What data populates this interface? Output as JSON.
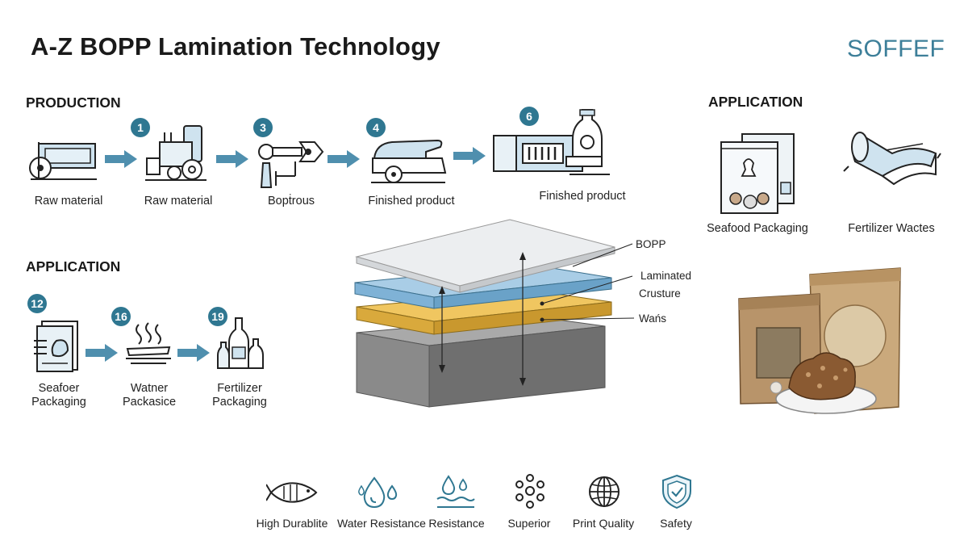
{
  "header": {
    "title": "A-Z BOPP Lamination Technology",
    "brand": "SOFFEF"
  },
  "production": {
    "heading": "PRODUCTION",
    "steps": [
      {
        "badge": "",
        "label": "Raw material",
        "icon": "roll-machine-icon"
      },
      {
        "badge": "1",
        "label": "Raw material",
        "icon": "extruder-icon"
      },
      {
        "badge": "3",
        "label": "Bopṫrous",
        "icon": "stretching-icon"
      },
      {
        "badge": "4",
        "label": "Finished product",
        "icon": "laminator-icon"
      },
      {
        "badge": "6",
        "label": "Finished product",
        "icon": "packaging-machine-icon"
      }
    ]
  },
  "application_left": {
    "heading": "APPLICATION",
    "items": [
      {
        "badge": "12",
        "label_line1": "Seafoer",
        "label_line2": "Packaging",
        "icon": "seafood-pack-icon"
      },
      {
        "badge": "16",
        "label_line1": "Watner",
        "label_line2": "Packasice",
        "icon": "water-pack-icon"
      },
      {
        "badge": "19",
        "label_line1": "Fertilizer",
        "label_line2": "Packaging",
        "icon": "bottles-icon"
      }
    ]
  },
  "application_right": {
    "heading": "APPLICATION",
    "items": [
      {
        "label": "Seafood Packaging",
        "icon": "seafood-bag-icon"
      },
      {
        "label": "Fertilizer Wactes",
        "icon": "film-roll-icon"
      }
    ]
  },
  "layers": {
    "labels": [
      "BOPP",
      "Laminated",
      "Crusture",
      "Wańs"
    ],
    "colors": {
      "top": "#e6e8ea",
      "blue": "#a9cde6",
      "yellow": "#e8bf5a",
      "base": "#8f8f8f"
    }
  },
  "benefits": [
    {
      "label": "High Durablite",
      "icon": "fish-icon"
    },
    {
      "label": "Water Resistance",
      "icon": "water-drop-icon"
    },
    {
      "label": "Resistance",
      "icon": "water-wave-icon"
    },
    {
      "label": "Superior",
      "icon": "dots-icon"
    },
    {
      "label": "Print Quality",
      "icon": "globe-icon"
    },
    {
      "label": "Safety",
      "icon": "shield-icon"
    }
  ],
  "colors": {
    "accent": "#2f7791",
    "arrow": "#4f8fae",
    "brand": "#3d7f99"
  }
}
